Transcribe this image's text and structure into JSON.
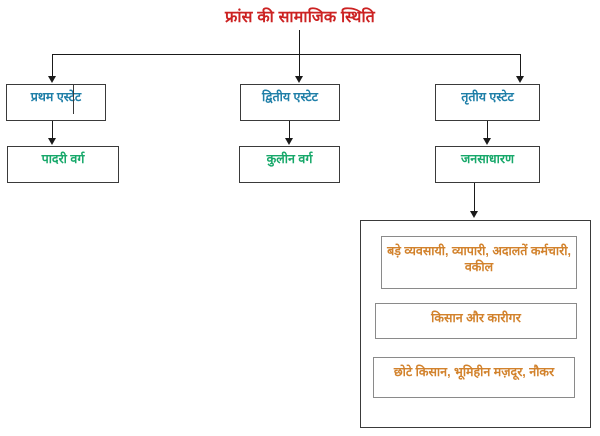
{
  "diagram": {
    "title": "फ्रांस की सामाजिक स्थिति",
    "colors": {
      "title": "#cc2222",
      "estate": "#1f7fa8",
      "class": "#17a86a",
      "detail": "#d2822c",
      "box_border": "#3a3a3a",
      "sub_box_border": "#8a8a8a",
      "connector": "#1a1a1a",
      "background": "#ffffff"
    },
    "estates": [
      {
        "label": "प्रथम एस्टेट",
        "class_label": "पादरी वर्ग"
      },
      {
        "label": "द्वितीय एस्टेट",
        "class_label": "कुलीन वर्ग"
      },
      {
        "label": "तृतीय एस्टेट",
        "class_label": "जनसाधारण"
      }
    ],
    "third_estate_details": [
      "बड़े व्यवसायी, व्यापारी, अदालतें कर्मचारी, वकील",
      "किसान और कारीगर",
      "छोटे किसान, भूमिहीन मज़दूर, नौकर"
    ]
  }
}
